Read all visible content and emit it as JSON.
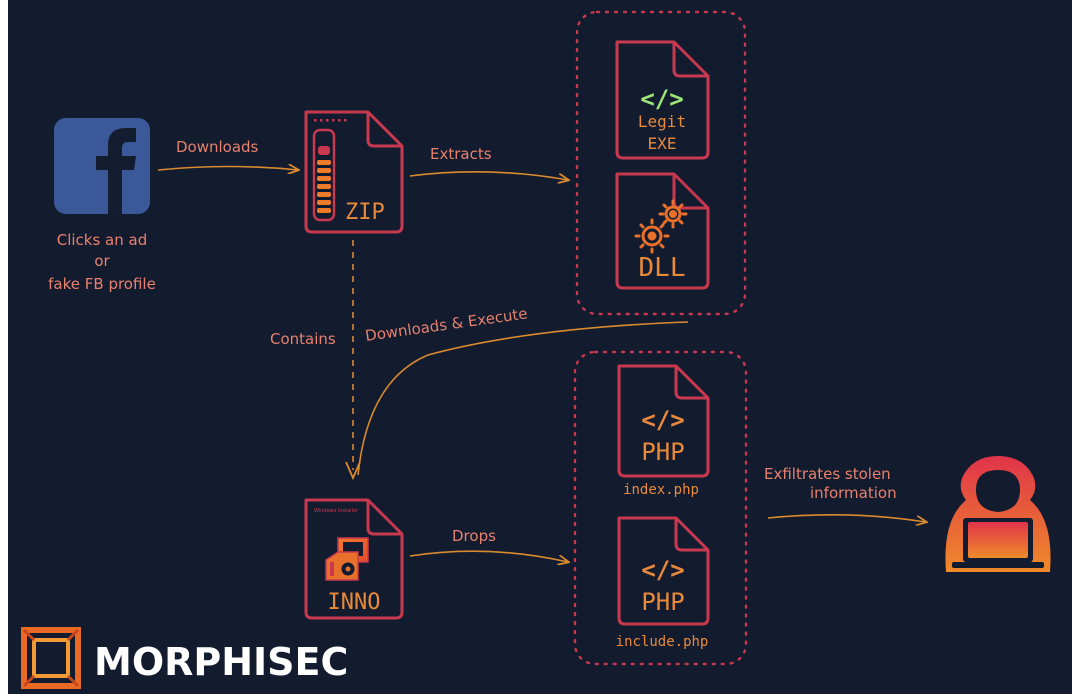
{
  "nodes": {
    "facebook": {
      "caption_lines": [
        "Clicks an ad",
        "or",
        "fake FB profile"
      ]
    },
    "zip": {
      "label": "ZIP"
    },
    "legit_exe": {
      "code": "</>",
      "line1": "Legit",
      "line2": "EXE"
    },
    "dll": {
      "label": "DLL"
    },
    "inno": {
      "label": "INNO",
      "header": "Windows Installer"
    },
    "index_php": {
      "code": "</>",
      "label": "PHP",
      "filename": "index.php"
    },
    "include_php": {
      "code": "</>",
      "label": "PHP",
      "filename": "include.php"
    }
  },
  "edges": {
    "downloads": "Downloads",
    "extracts": "Extracts",
    "contains": "Contains",
    "downloads_execute": "Downloads & Execute",
    "drops": "Drops",
    "exfiltrates_line1": "Exfiltrates stolen",
    "exfiltrates_line2": "information"
  },
  "brand": {
    "name": "MORPHISEC"
  },
  "colors": {
    "background": "#131b2e",
    "outline_red": "#c8384f",
    "arrow_orange": "#d98a2e",
    "text_salmon": "#e8816e",
    "green_code": "#9ee67a",
    "facebook_blue": "#3b5998"
  }
}
